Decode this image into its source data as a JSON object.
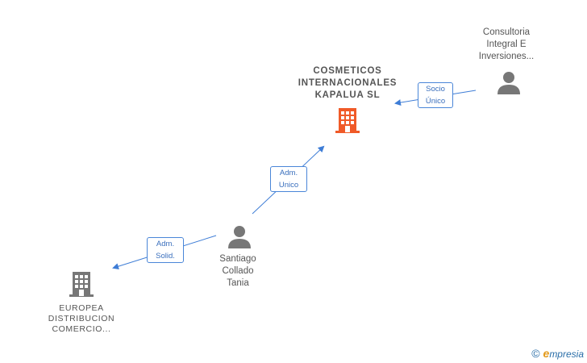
{
  "nodes": {
    "main": {
      "lines": [
        "COSMETICOS",
        "INTERNACIONALES",
        "KAPALUA  SL"
      ]
    },
    "consultoria": {
      "lines": [
        "Consultoria",
        "Integral E",
        "Inversiones..."
      ]
    },
    "santiago": {
      "lines": [
        "Santiago",
        "Collado",
        "Tania"
      ]
    },
    "europea": {
      "lines": [
        "EUROPEA",
        "DISTRIBUCION",
        "COMERCIO..."
      ]
    }
  },
  "edges": {
    "socio": [
      "Socio",
      "Único"
    ],
    "adm_unico": [
      "Adm.",
      "Unico"
    ],
    "adm_solid": [
      "Adm.",
      "Solid."
    ]
  },
  "brand": {
    "copyright": "©",
    "e": "e",
    "rest": "mpresia"
  },
  "colors": {
    "main_building": "#f05a28",
    "building": "#777777",
    "person": "#777777",
    "edge": "#3e7dd6"
  }
}
